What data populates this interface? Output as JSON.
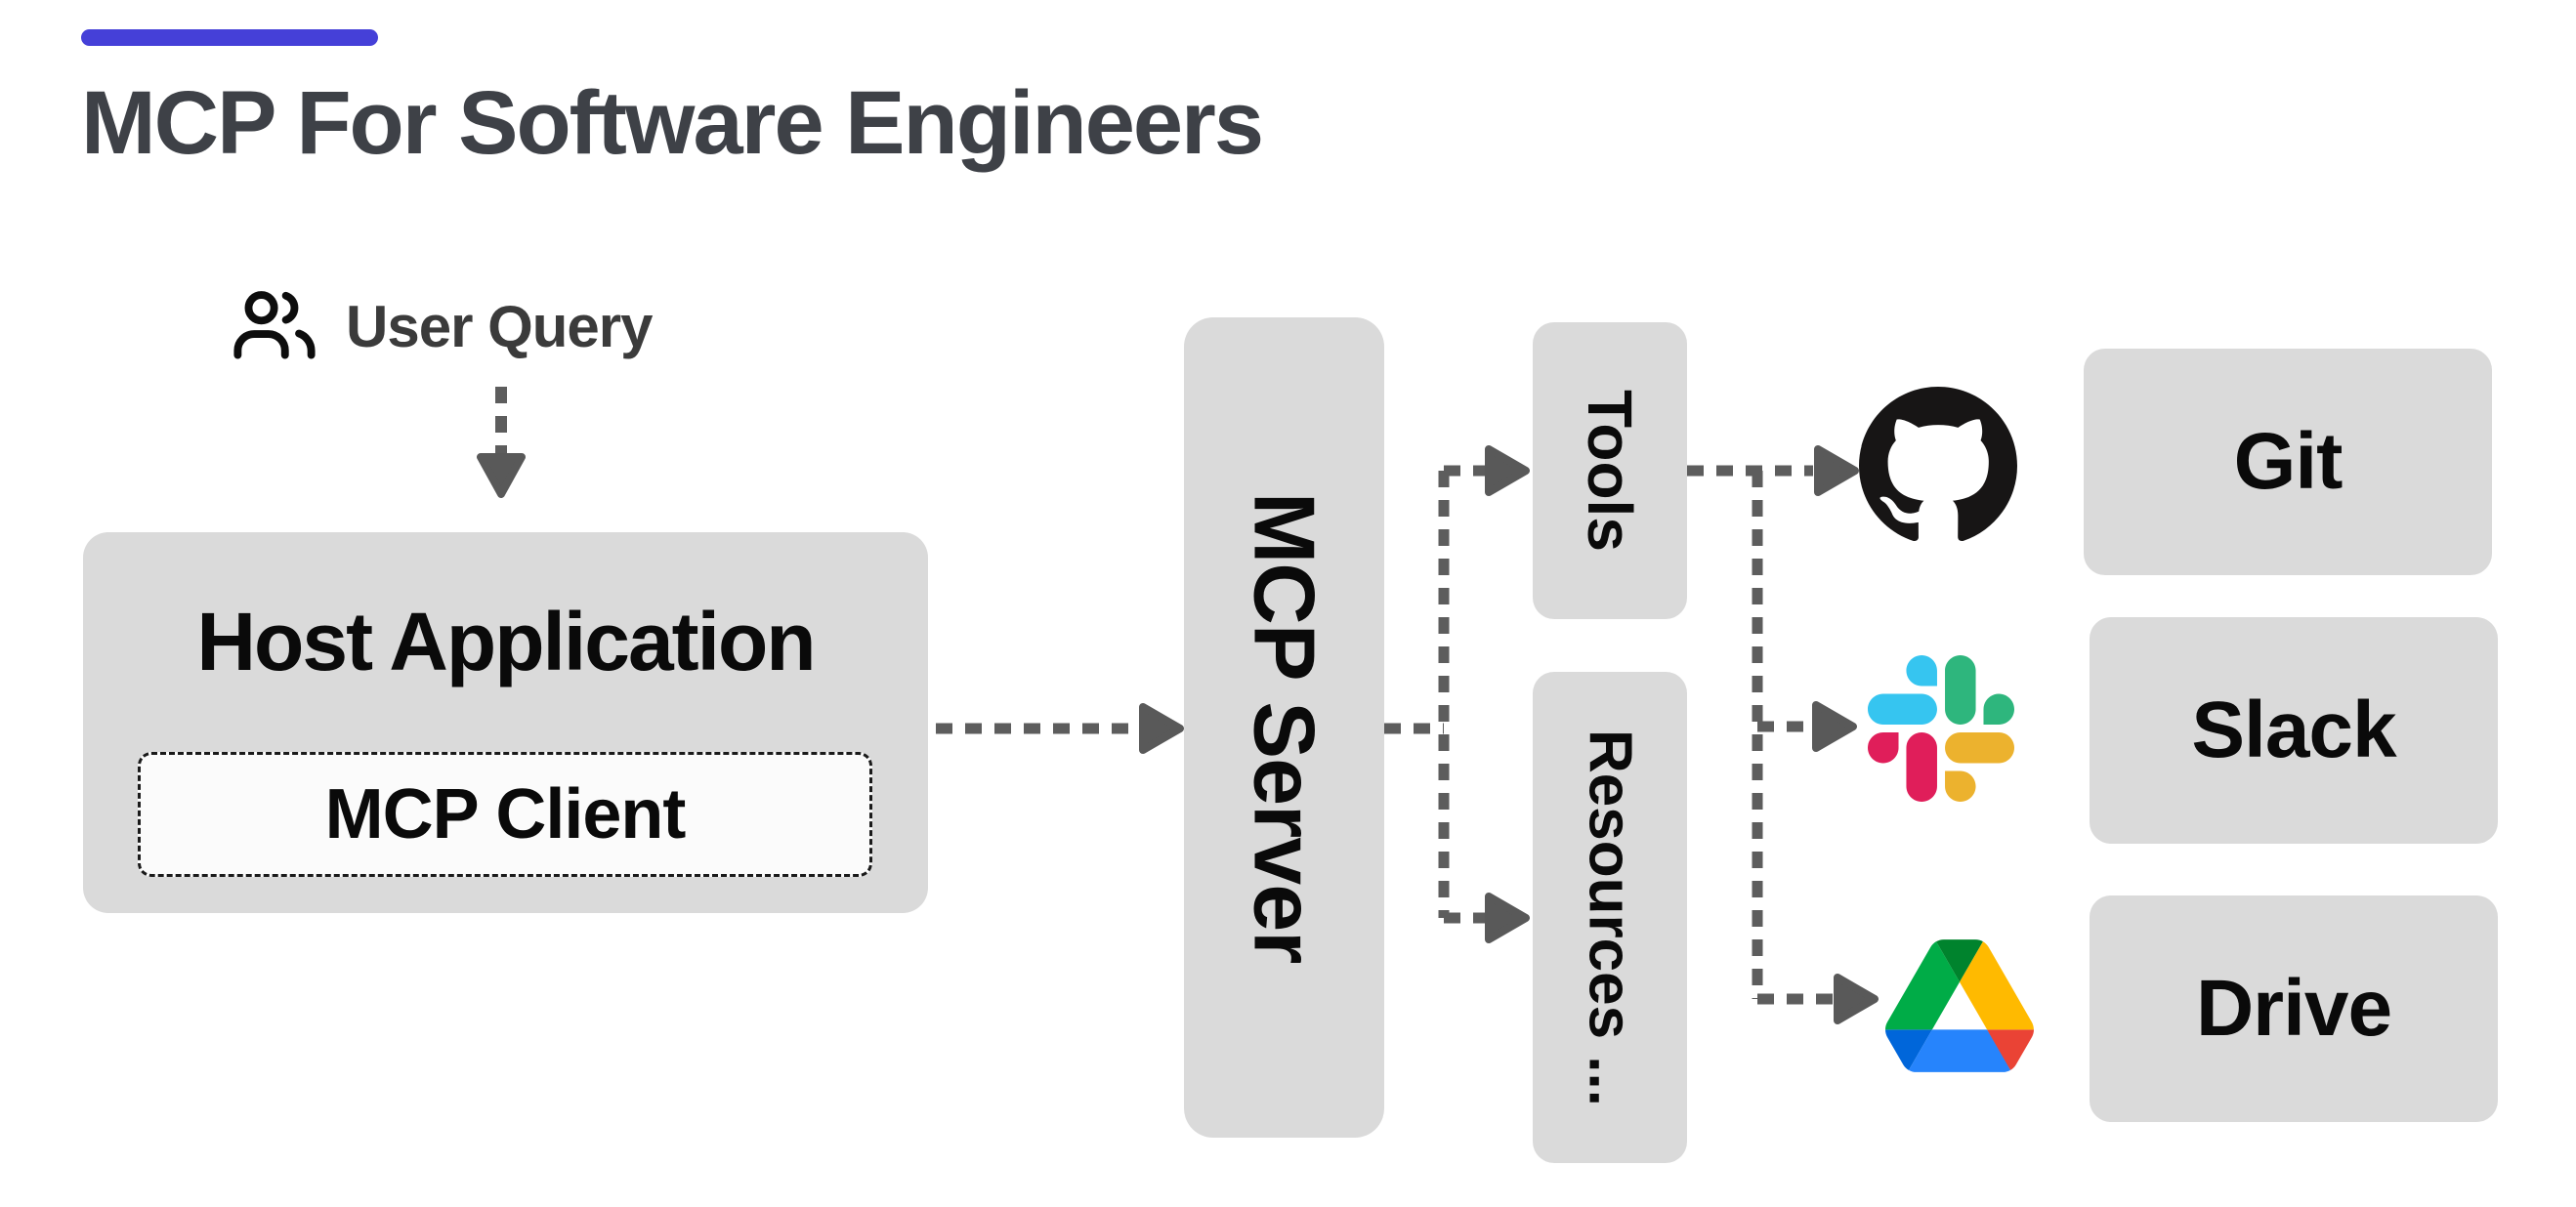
{
  "header": {
    "title": "MCP For Software Engineers",
    "accent_color": "#4540d8",
    "title_color": "#3e4147"
  },
  "flow": {
    "user_query": {
      "icon": "users-icon",
      "label": "User Query"
    },
    "host": {
      "title": "Host Application",
      "client": "MCP Client"
    },
    "server": {
      "label": "MCP Server"
    },
    "capabilities": {
      "tools": "Tools",
      "resources": "Resources ..."
    },
    "integrations": [
      {
        "icon": "github-icon",
        "name": "Git"
      },
      {
        "icon": "slack-icon",
        "name": "Slack"
      },
      {
        "icon": "google-drive-icon",
        "name": "Drive"
      }
    ]
  },
  "colors": {
    "box_fill": "#dadada",
    "client_fill": "#fbfbfb",
    "connector_gray": "#5d5d5d",
    "text_black": "#0a0a0a",
    "github_black": "#171515",
    "slack_blue": "#36C5F0",
    "slack_green": "#2EB67D",
    "slack_red": "#E01E5A",
    "slack_yellow": "#ECB22E",
    "drive_blue": "#0066DA",
    "drive_green": "#00AC47",
    "drive_dark_green": "#00832D",
    "drive_light_blue": "#2684FC",
    "drive_red": "#EA4335",
    "drive_yellow": "#FFBA00"
  }
}
